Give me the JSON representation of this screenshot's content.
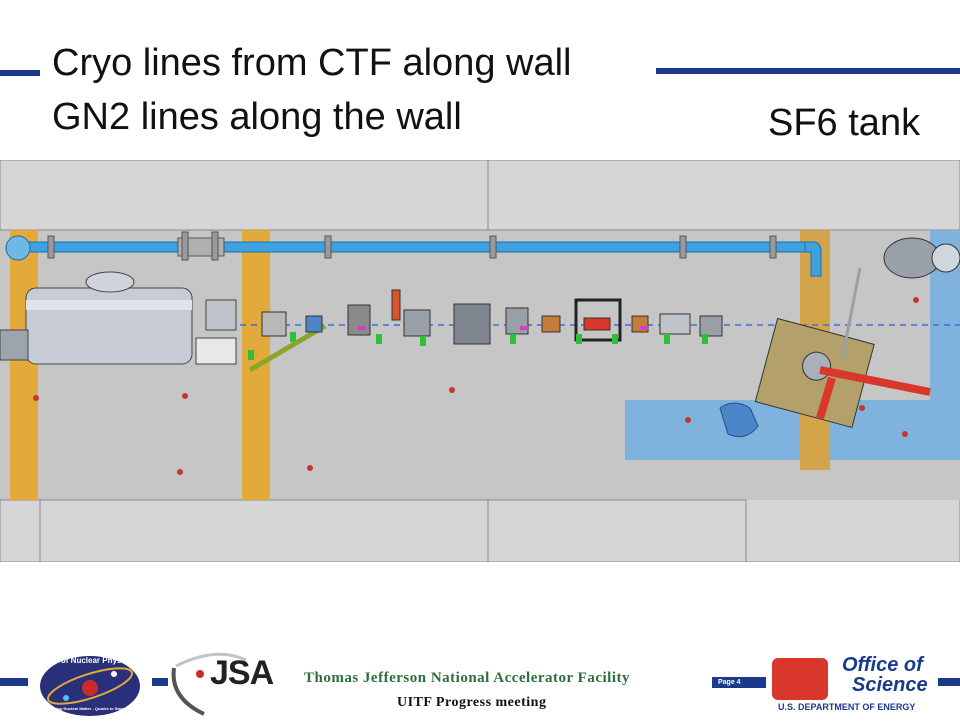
{
  "slide": {
    "title_line1": "Cryo lines from CTF along wall",
    "title_line2": "GN2 lines along the wall",
    "subtitle": "SF6 tank"
  },
  "footer": {
    "lab_name": "Thomas Jefferson National Accelerator Facility",
    "meeting": "UITF Progress meeting",
    "page_label": "Page 4",
    "logos": {
      "nuclear_physics": {
        "name": "Office of Nuclear Physics",
        "tagline": "Exploring Nuclear Matter - Quarks to Stars"
      },
      "jsa": {
        "name": "JSA"
      },
      "office_of_science": {
        "line1": "Office of",
        "line2": "Science",
        "line3": "U.S. DEPARTMENT OF ENERGY"
      }
    }
  },
  "colors": {
    "rule_blue": "#1b3a8c",
    "floor_gray": "#c8c8c8",
    "wall_gray": "#d6d6d6",
    "column_orange": "#e3a93a",
    "pit_blue": "#7fb3dd",
    "cryo_line_blue": "#3ea2e0",
    "tank_olive": "#b3a06a",
    "accent_red": "#d9372b",
    "accent_green": "#2fbf3a"
  }
}
